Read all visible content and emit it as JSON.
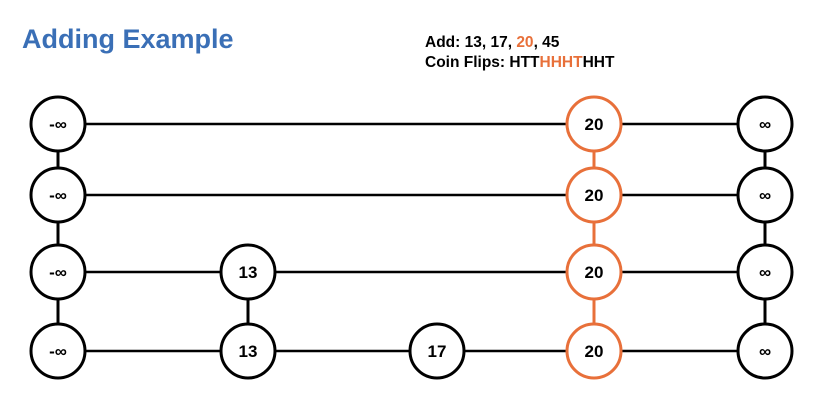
{
  "title": "Adding Example",
  "add_line": {
    "prefix": "Add: 13, 17, ",
    "highlight": "20",
    "suffix": ", 45"
  },
  "coin_line": {
    "prefix": "Coin Flips: HTT",
    "highlight": "HHHT",
    "suffix": "HHT"
  },
  "colors": {
    "highlight": "#e8703a",
    "title": "#3a6fb6",
    "node_stroke": "#000000",
    "node_fill": "#ffffff"
  },
  "skip_list": {
    "levels": [
      {
        "level": 3,
        "nodes": [
          "-∞",
          "20",
          "∞"
        ]
      },
      {
        "level": 2,
        "nodes": [
          "-∞",
          "20",
          "∞"
        ]
      },
      {
        "level": 1,
        "nodes": [
          "-∞",
          "13",
          "20",
          "∞"
        ]
      },
      {
        "level": 0,
        "nodes": [
          "-∞",
          "13",
          "17",
          "20",
          "∞"
        ]
      }
    ],
    "highlighted_key": "20"
  }
}
